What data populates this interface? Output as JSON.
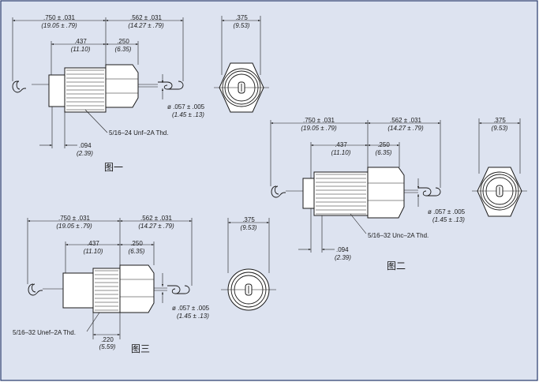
{
  "colors": {
    "background": "#dde3f0",
    "border": "#26386b",
    "line": "#1a1a1a",
    "part_fill": "#ffffff"
  },
  "figures": [
    {
      "caption": "图一",
      "overall_length": {
        "inch": ".750 ± .031",
        "mm": "(19.05 ± .79)"
      },
      "stem_length": {
        "inch": ".562 ± .031",
        "mm": "(14.27 ± .79)"
      },
      "thread_length": {
        "inch": ".437",
        "mm": "(11.10)"
      },
      "hex_length": {
        "inch": ".250",
        "mm": "(6.35)"
      },
      "base_length": {
        "inch": ".094",
        "mm": "(2.39)"
      },
      "wire_diameter": {
        "inch": "ø .057 ± .005",
        "mm": "(1.45 ± .13)"
      },
      "thread_spec": "5/16–24 Unf–2A Thd.",
      "hex_width": {
        "inch": ".375",
        "mm": "(9.53)"
      }
    },
    {
      "caption": "图二",
      "overall_length": {
        "inch": ".750 ± .031",
        "mm": "(19.05 ± .79)"
      },
      "stem_length": {
        "inch": ".562 ± .031",
        "mm": "(14.27 ± .79)"
      },
      "thread_length": {
        "inch": ".437",
        "mm": "(11.10)"
      },
      "hex_length": {
        "inch": ".250",
        "mm": "(6.35)"
      },
      "base_length": {
        "inch": ".094",
        "mm": "(2.39)"
      },
      "wire_diameter": {
        "inch": "ø .057 ± .005",
        "mm": "(1.45 ± .13)"
      },
      "thread_spec": "5/16–32 Unc–2A Thd.",
      "hex_width": {
        "inch": ".375",
        "mm": "(9.53)"
      }
    },
    {
      "caption": "图三",
      "overall_length": {
        "inch": ".750 ± .031",
        "mm": "(19.05 ± .79)"
      },
      "stem_length": {
        "inch": ".562 ± .031",
        "mm": "(14.27 ± .79)"
      },
      "thread_length": {
        "inch": ".437",
        "mm": "(11.10)"
      },
      "hex_length": {
        "inch": ".250",
        "mm": "(6.35)"
      },
      "base_length": {
        "inch": ".220",
        "mm": "(5.59)"
      },
      "wire_diameter": {
        "inch": "ø .057 ± .005",
        "mm": "(1.45 ± .13)"
      },
      "thread_spec": "5/16–32 Unef–2A Thd.",
      "hex_width": {
        "inch": ".375",
        "mm": "(9.53)"
      }
    }
  ]
}
